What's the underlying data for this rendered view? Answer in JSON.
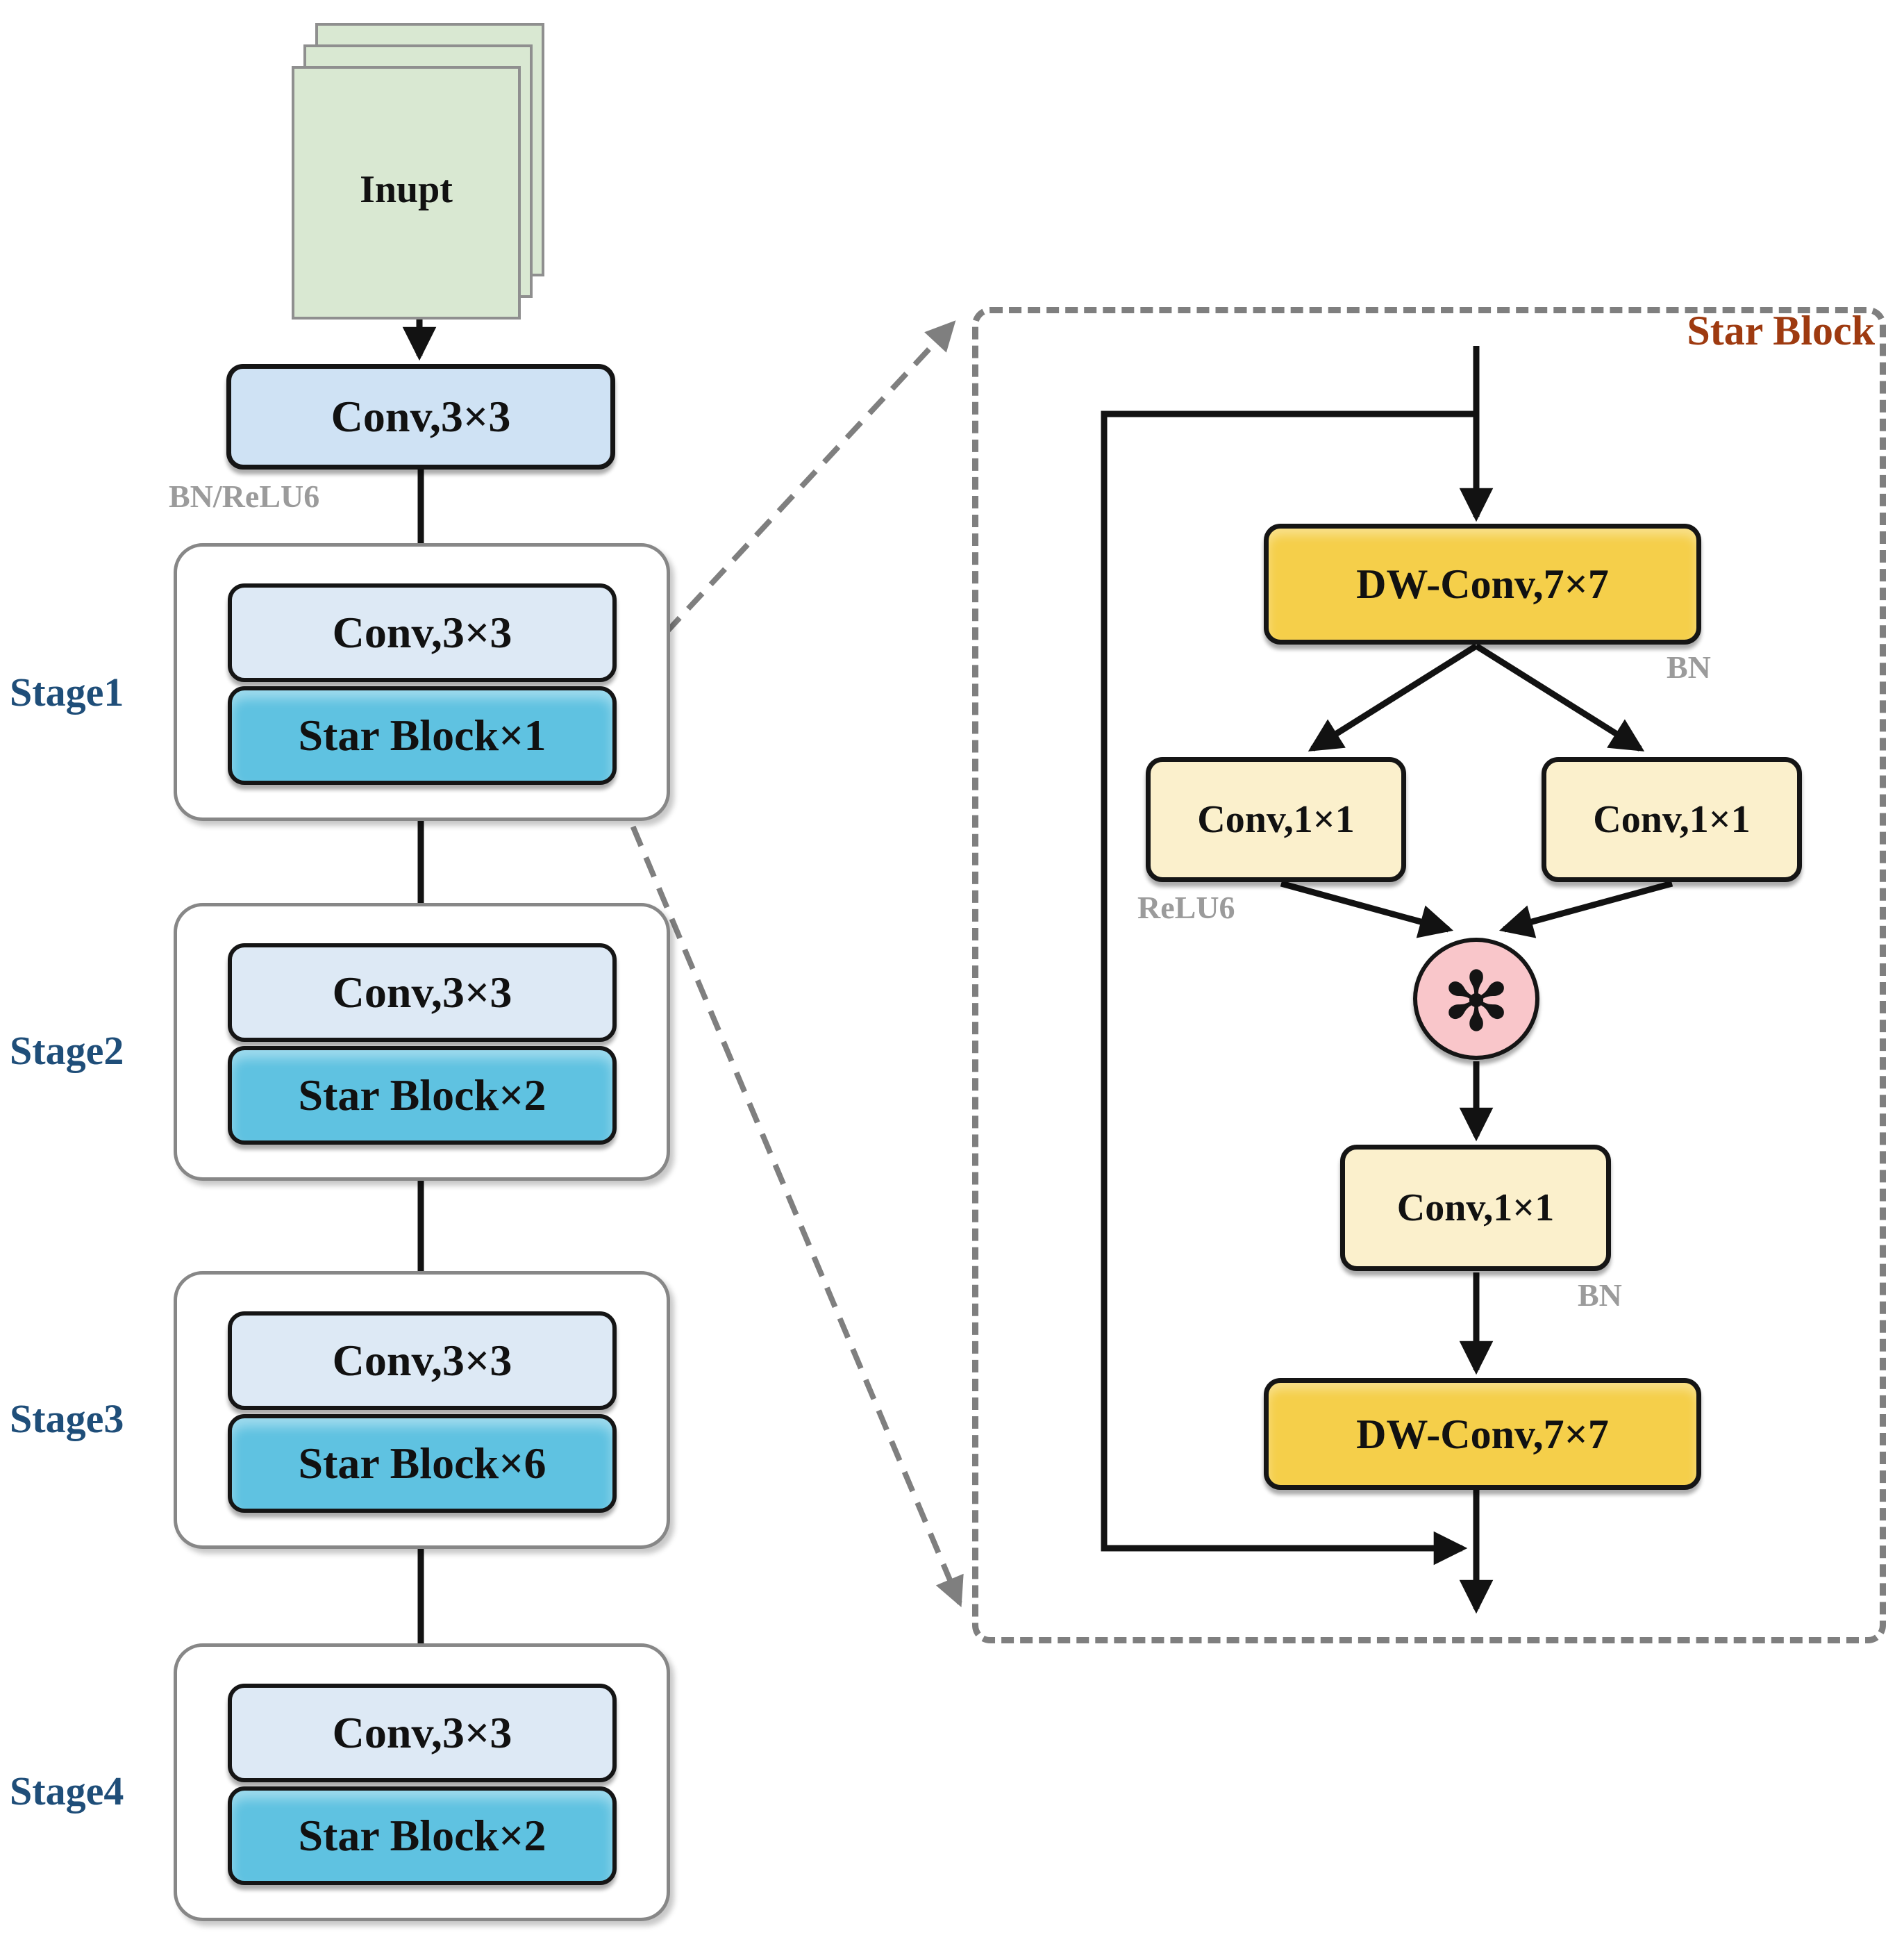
{
  "backbone": {
    "input_label": "Inupt",
    "stem": {
      "conv_label": "Conv,3×3",
      "note": "BN/ReLU6"
    },
    "stages": [
      {
        "name": "Stage1",
        "conv_label": "Conv,3×3",
        "star_label": "Star Block×1"
      },
      {
        "name": "Stage2",
        "conv_label": "Conv,3×3",
        "star_label": "Star Block×2"
      },
      {
        "name": "Stage3",
        "conv_label": "Conv,3×3",
        "star_label": "Star Block×6"
      },
      {
        "name": "Stage4",
        "conv_label": "Conv,3×3",
        "star_label": "Star Block×2"
      }
    ]
  },
  "detail": {
    "title": "Star Block",
    "dw_conv_top": {
      "label": "DW-Conv,7×7",
      "note": "BN"
    },
    "branch_left": {
      "label": "Conv,1×1",
      "note": "ReLU6"
    },
    "branch_right": {
      "label": "Conv,1×1"
    },
    "multiply_symbol": "✻",
    "fuse_conv": {
      "label": "Conv,1×1",
      "note": "BN"
    },
    "dw_conv_bottom": {
      "label": "DW-Conv,7×7"
    }
  },
  "colors": {
    "input_fill": "#d9e8d2",
    "stem_conv_fill": "#cfe2f4",
    "stage_conv_fill": "#dde9f5",
    "star_fill": "#5fc2e1",
    "gold_fill": "#f5cf4a",
    "cream_fill": "#fbf0cc",
    "pink_fill": "#f9c6ca",
    "stage_label_color": "#1f4e79",
    "title_color": "#9e3a10",
    "note_color": "#9b9b9b",
    "arrow_color": "#121212",
    "dashed_color": "#7f7f7f"
  }
}
